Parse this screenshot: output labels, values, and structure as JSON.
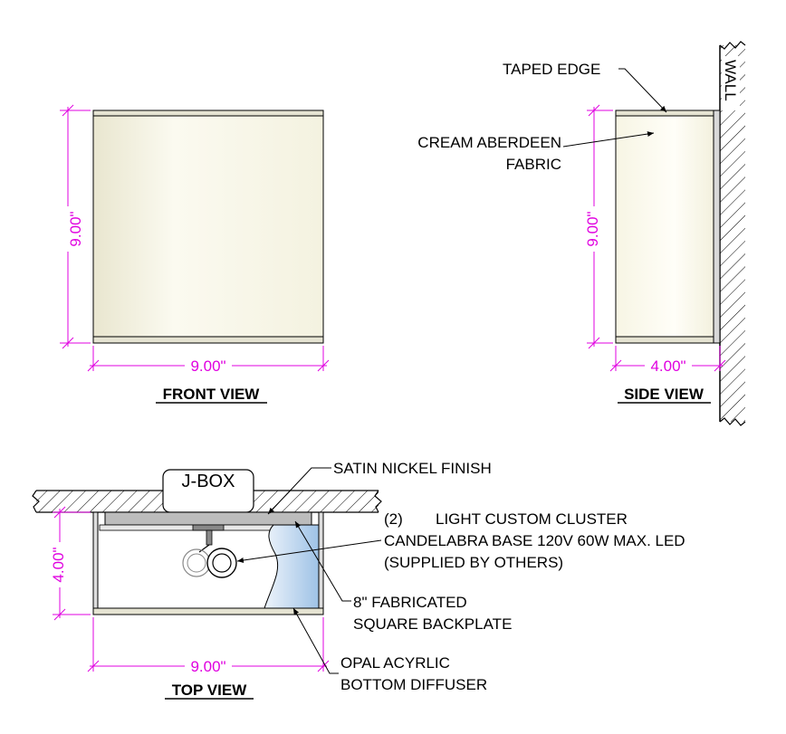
{
  "views": {
    "front": {
      "title": "FRONT VIEW",
      "height": "9.00\"",
      "width": "9.00\""
    },
    "side": {
      "title": "SIDE VIEW",
      "height": "9.00\"",
      "depth": "4.00\"",
      "wall": "WALL"
    },
    "top": {
      "title": "TOP VIEW",
      "height": "4.00\"",
      "width": "9.00\"",
      "jbox": "J-BOX"
    }
  },
  "callouts": {
    "taped_edge": "TAPED EDGE",
    "fabric_line1": "CREAM ABERDEEN",
    "fabric_line2": "FABRIC",
    "satin": "SATIN NICKEL FINISH",
    "cluster_qty": "(2)",
    "cluster_line1": "LIGHT CUSTOM CLUSTER",
    "cluster_line2": "CANDELABRA BASE 120V 60W MAX. LED",
    "cluster_line3": "(SUPPLIED BY OTHERS)",
    "backplate_line1": "8\" FABRICATED",
    "backplate_line2": "SQUARE BACKPLATE",
    "diffuser_line1": "OPAL ACYRLIC",
    "diffuser_line2": "BOTTOM DIFFUSER"
  },
  "colors": {
    "dimension": "#e000e0",
    "fabric": "#f7f5e6",
    "diffuser": "#b8d4ee"
  }
}
